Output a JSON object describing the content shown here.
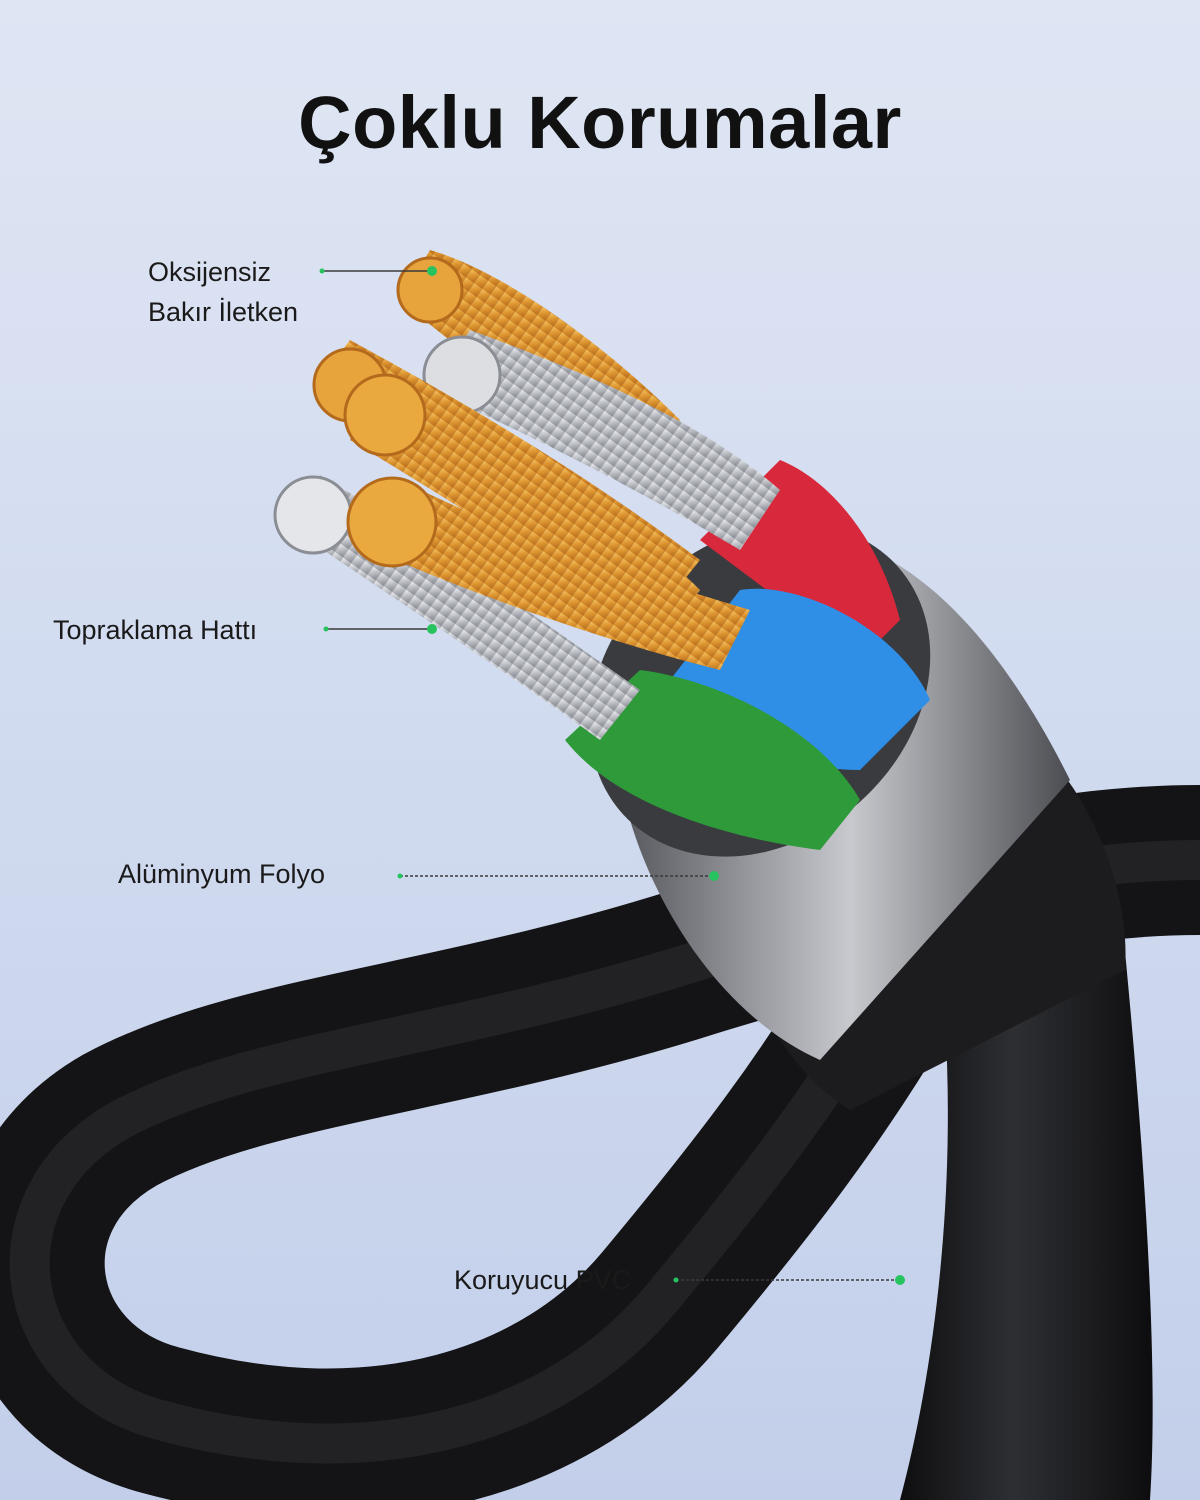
{
  "title": "Çoklu Korumalar",
  "labels": {
    "copper_line1": "Oksijensiz",
    "copper_line2": "Bakır İletken",
    "ground": "Topraklama Hattı",
    "foil": "Alüminyum Folyo",
    "pvc": "Koruyucu PVC"
  },
  "colors": {
    "accent_dot": "#27c35f",
    "copper": "#e6a43a",
    "silver": "#c9ccd1",
    "red_insulation": "#d8283c",
    "blue_insulation": "#2f8fe6",
    "green_insulation": "#2e9a3a",
    "jacket": "#1d1d1f"
  }
}
